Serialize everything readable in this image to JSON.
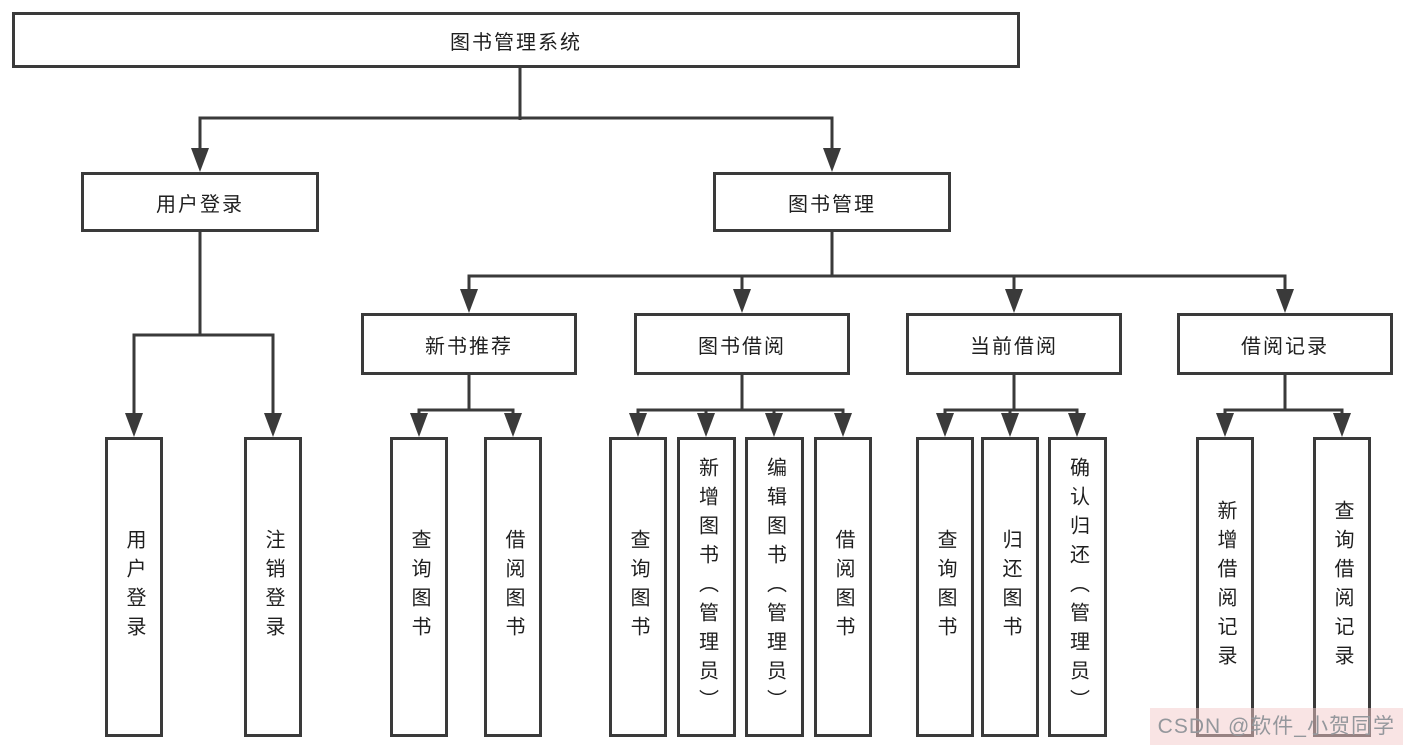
{
  "diagram": {
    "title": "图书管理系统",
    "colors": {
      "line": "#3a3a3a",
      "box_border": "#3a3a3a",
      "box_fill": "#ffffff",
      "text": "#1f1f1f",
      "watermark_text": "#94979c",
      "watermark_bg": "#f3c9c9"
    },
    "root": {
      "label": "图书管理系统"
    },
    "level2": [
      {
        "label": "用户登录"
      },
      {
        "label": "图书管理"
      }
    ],
    "level3": [
      {
        "label": "新书推荐",
        "parent": "图书管理"
      },
      {
        "label": "图书借阅",
        "parent": "图书管理"
      },
      {
        "label": "当前借阅",
        "parent": "图书管理"
      },
      {
        "label": "借阅记录",
        "parent": "图书管理"
      }
    ],
    "leaves": [
      {
        "label": "用户登录",
        "parent": "用户登录"
      },
      {
        "label": "注销登录",
        "parent": "用户登录"
      },
      {
        "label": "查询图书",
        "parent": "新书推荐"
      },
      {
        "label": "借阅图书",
        "parent": "新书推荐"
      },
      {
        "label": "查询图书",
        "parent": "图书借阅"
      },
      {
        "label": "新增图书（管理员）",
        "parent": "图书借阅"
      },
      {
        "label": "编辑图书（管理员）",
        "parent": "图书借阅"
      },
      {
        "label": "借阅图书",
        "parent": "图书借阅"
      },
      {
        "label": "查询图书",
        "parent": "当前借阅"
      },
      {
        "label": "归还图书",
        "parent": "当前借阅"
      },
      {
        "label": "确认归还（管理员）",
        "parent": "当前借阅"
      },
      {
        "label": "新增借阅记录",
        "parent": "借阅记录"
      },
      {
        "label": "查询借阅记录",
        "parent": "借阅记录"
      }
    ],
    "watermark": "CSDN @软件_小贺同学"
  }
}
